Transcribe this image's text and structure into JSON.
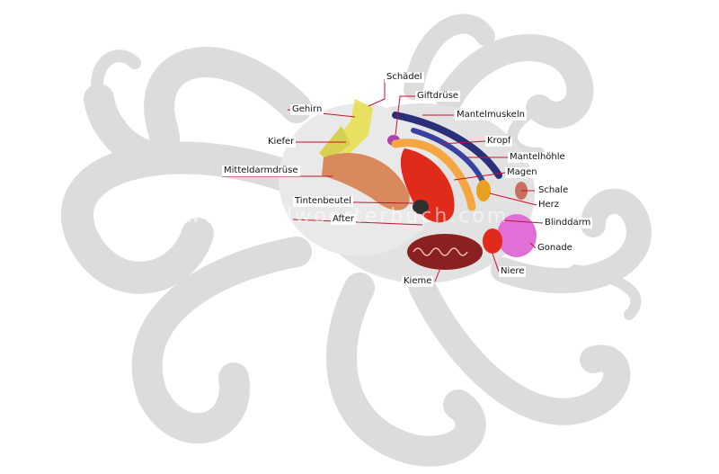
{
  "watermark": "www.bildwoerterbuch.com",
  "labels": {
    "schaedel": "Schädel",
    "giftdruese": "Giftdrüse",
    "gehirn": "Gehirn",
    "mantelmuskeln": "Mantelmuskeln",
    "kiefer": "Kiefer",
    "kropf": "Kropf",
    "mantelhoehle": "Mantelhöhle",
    "mitteldarmdruese": "Mitteldarmdrüse",
    "magen": "Magen",
    "schale": "Schale",
    "tintenbeutel": "Tintenbeutel",
    "herz": "Herz",
    "after": "After",
    "blinddarm": "Blinddarm",
    "gonade": "Gonade",
    "niere": "Niere",
    "kieme": "Kieme"
  },
  "colors": {
    "leader": "#c8102e",
    "body": "#d9d9d9",
    "gehirn": "#e8e060",
    "giftdruese": "#b040b0",
    "mantelmuskeln": "#2a2f7a",
    "kropf": "#f4a640",
    "mitteldarmdruese": "#d98a5c",
    "magen": "#e02a1a",
    "herz": "#e8a020",
    "gonade": "#e070d8",
    "kieme": "#8a2020",
    "tintenbeutel": "#303030"
  }
}
